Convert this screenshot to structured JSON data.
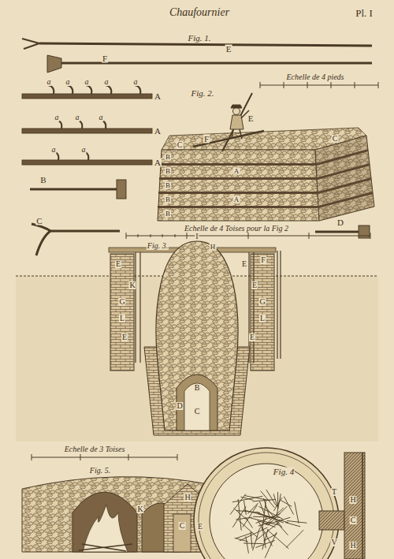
{
  "diagram": {
    "title": "Chaufournier",
    "labels": [
      "Pl. I",
      "Fig. 1.",
      "E",
      "F",
      "a",
      "a",
      "a",
      "a",
      "a",
      "A",
      "a",
      "a",
      "a",
      "A",
      "a",
      "a",
      "A",
      "B",
      "C",
      "D",
      "Fig. 2.",
      "E",
      "Echelle de 4 pieds",
      "F",
      "C",
      "C",
      "B",
      "B",
      "B",
      "B",
      "B",
      "A",
      "A",
      "Echelle de 4 Toises pour la Fig 2",
      "Fig. 3.",
      "I",
      "H",
      "F",
      "E",
      "E",
      "K",
      "G",
      "L",
      "E",
      "E",
      "G",
      "L",
      "E",
      "B",
      "D",
      "C",
      "Echelle de 3 Toises",
      "Fig. 5.",
      "Fig. 4",
      "H",
      "K",
      "C",
      "E",
      "T",
      "H",
      "C",
      "V",
      "H"
    ]
  }
}
